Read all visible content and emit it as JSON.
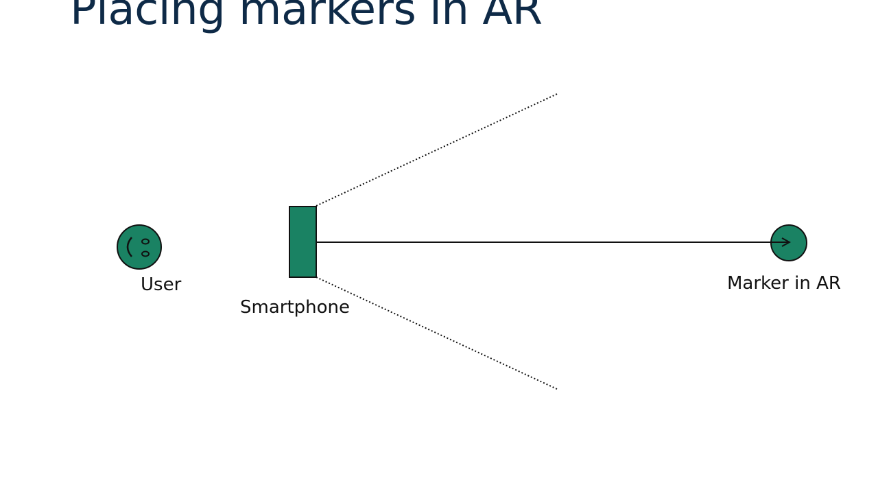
{
  "slide": {
    "title": "Placing markers in AR"
  },
  "diagram": {
    "user_label": "User",
    "smartphone_label": "Smartphone",
    "marker_label": "Marker in AR",
    "colors": {
      "fill": "#1a8263",
      "stroke": "#111111",
      "title": "#0e2a47"
    },
    "icons": {
      "user": "smiley-face-icon",
      "marker": "circle-marker-icon"
    }
  }
}
